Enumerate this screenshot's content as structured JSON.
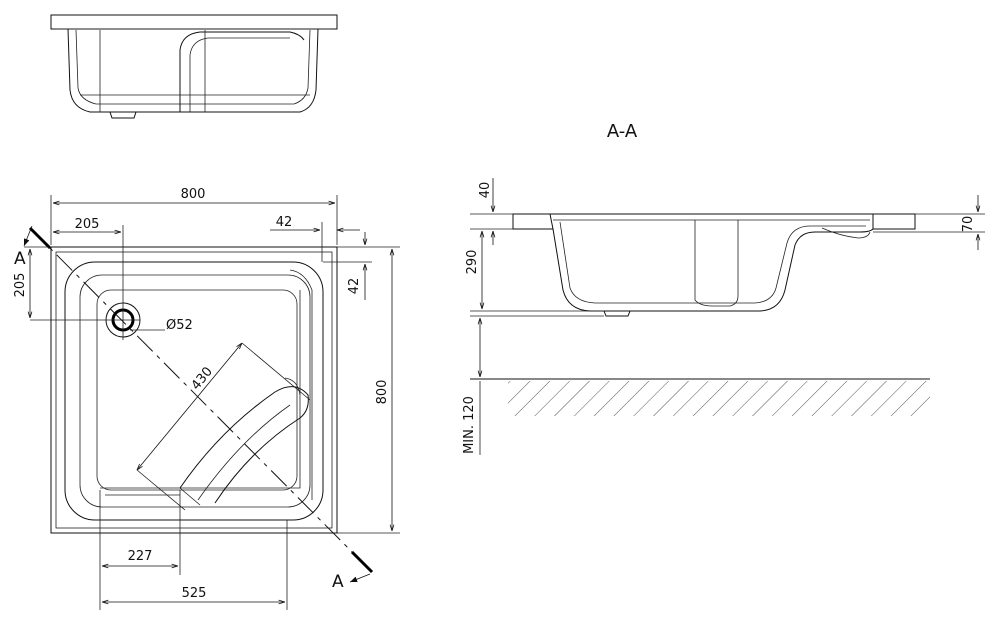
{
  "section_title": "A-A",
  "section_marker": "A",
  "dimensions": {
    "width_top": "800",
    "height_right": "800",
    "drain_offset_x": "205",
    "drain_offset_y": "205",
    "rim_right": "42",
    "rim_right_v": "42",
    "drain_diameter": "Ø52",
    "diagonal": "430",
    "seat_inner": "227",
    "seat_outer": "525",
    "rim_thickness": "40",
    "depth": "290",
    "seat_height": "70",
    "min_clearance": "MIN. 120"
  }
}
